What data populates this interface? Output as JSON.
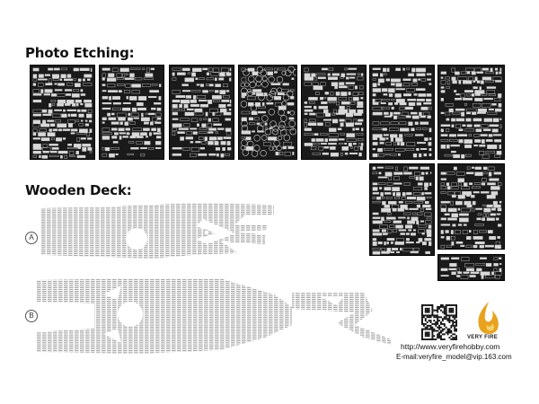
{
  "headings": {
    "photo_etching": "Photo Etching:",
    "wooden_deck": "Wooden Deck:"
  },
  "deck_labels": {
    "a": "A",
    "b": "B"
  },
  "brand": {
    "name": "VERY FIRE",
    "website": "http://www.veryfirehobby.com",
    "email": "E-mail:veryfire_model@vip.163.com"
  },
  "colors": {
    "sheet": "#1a1a1a",
    "etch": "#d9d9d9",
    "deck_line": "#8a8a8a",
    "logo_flame": "#e8a21e"
  },
  "icons": {
    "qr": "qr-code-icon",
    "logo": "flame-logo-icon"
  }
}
